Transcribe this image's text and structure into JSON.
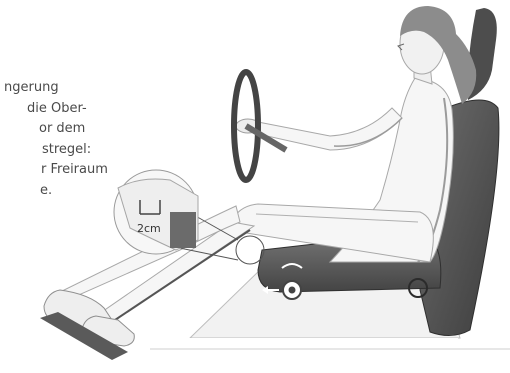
{
  "text_lines": [
    "ngerung",
    "die Ober-",
    "or dem",
    "stregel:",
    "r Freiraum",
    "",
    "e."
  ],
  "callout": {
    "label": "2cm"
  }
}
